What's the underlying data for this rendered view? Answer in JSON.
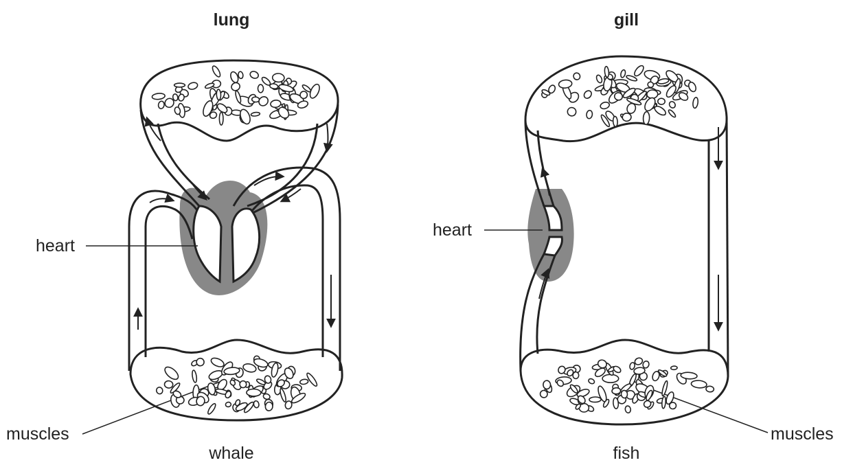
{
  "whale": {
    "organ_title": "lung",
    "caption": "whale",
    "heart_label": "heart",
    "muscles_label": "muscles"
  },
  "fish": {
    "organ_title": "gill",
    "caption": "fish",
    "heart_label": "heart",
    "muscles_label": "muscles"
  },
  "colors": {
    "outline": "#222222",
    "heart_shading": "#888888",
    "background": "#ffffff"
  }
}
